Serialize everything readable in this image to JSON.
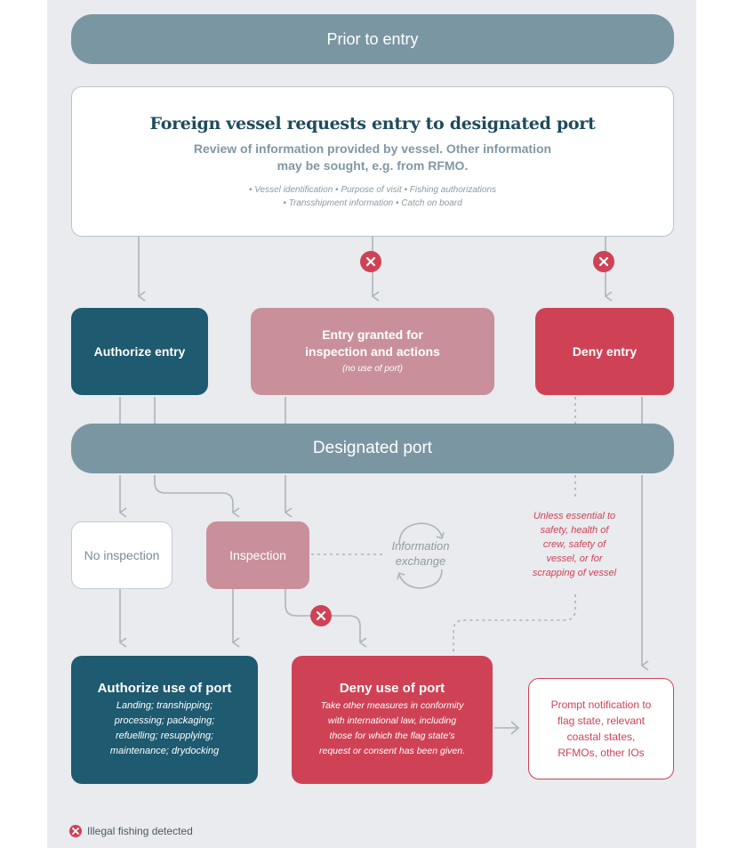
{
  "bands": {
    "prior_to_entry": "Prior to entry",
    "designated_port": "Designated port"
  },
  "request": {
    "title": "Foreign vessel requests entry to designated port",
    "subtitle_line1": "Review of information provided by vessel. Other information",
    "subtitle_line2": "may be sought, e.g. from RFMO.",
    "items_line1": "• Vessel identification • Purpose of visit • Fishing authorizations",
    "items_line2": "• Transshipment information • Catch on board"
  },
  "authorize_entry": "Authorize entry",
  "entry_granted": {
    "line1": "Entry granted for",
    "line2": "inspection and actions",
    "note": "(no use of port)"
  },
  "deny_entry": "Deny entry",
  "no_inspection": "No inspection",
  "inspection": "Inspection",
  "information_exchange": {
    "line1": "Information",
    "line2": "exchange"
  },
  "exception_note": {
    "line1": "Unless essential to",
    "line2": "safety, health of",
    "line3": "crew, safety of",
    "line4": "vessel, or for",
    "line5": "scrapping of vessel"
  },
  "authorize_use": {
    "title": "Authorize use of port",
    "line1": "Landing; transhipping;",
    "line2": "processing; packaging;",
    "line3": "refuelling; resupplying;",
    "line4": "maintenance; drydocking"
  },
  "deny_use": {
    "title": "Deny use of port",
    "line1": "Take other measures in conformity",
    "line2": "with international law, including",
    "line3": "those for which the flag state's",
    "line4": "request or consent has been given."
  },
  "notification": {
    "line1": "Prompt notification to",
    "line2": "flag state, relevant",
    "line3": "coastal states,",
    "line4": "RFMOs, other IOs"
  },
  "legend": {
    "label": "Illegal fishing detected",
    "icon": "x-circle-icon"
  },
  "colors": {
    "band": "#7b96a3",
    "teal": "#1e5a70",
    "pink": "#c9909b",
    "red": "#cf4255",
    "connector": "#aab5bc",
    "navy_text": "#1e4b5d",
    "subtitle_text": "#7f98a5"
  }
}
